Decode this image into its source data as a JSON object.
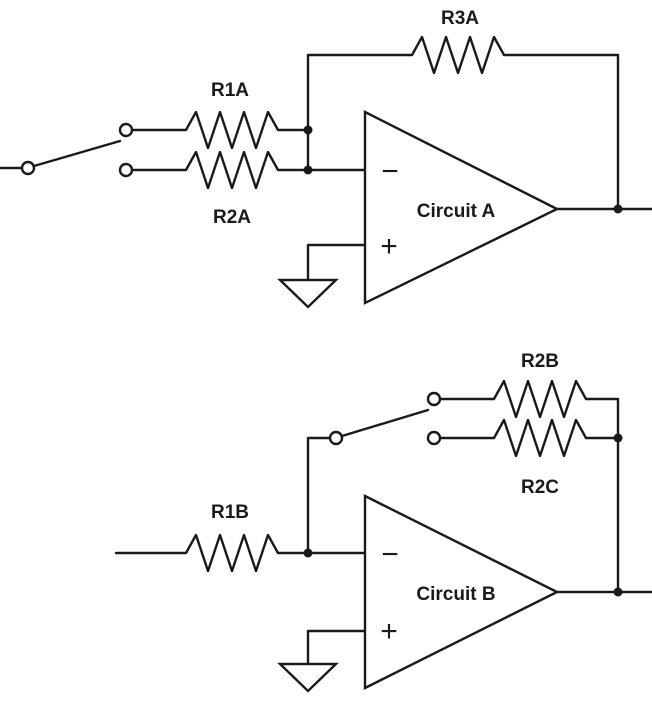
{
  "circuits": [
    {
      "name": "Circuit A",
      "resistors": {
        "r1": "R1A",
        "r2": "R2A",
        "r3": "R3A"
      },
      "inverting_sign": "−",
      "noninverting_sign": "+"
    },
    {
      "name": "Circuit B",
      "resistors": {
        "r1": "R1B",
        "r2": "R2B",
        "r3": "R2C"
      },
      "inverting_sign": "−",
      "noninverting_sign": "+"
    }
  ]
}
